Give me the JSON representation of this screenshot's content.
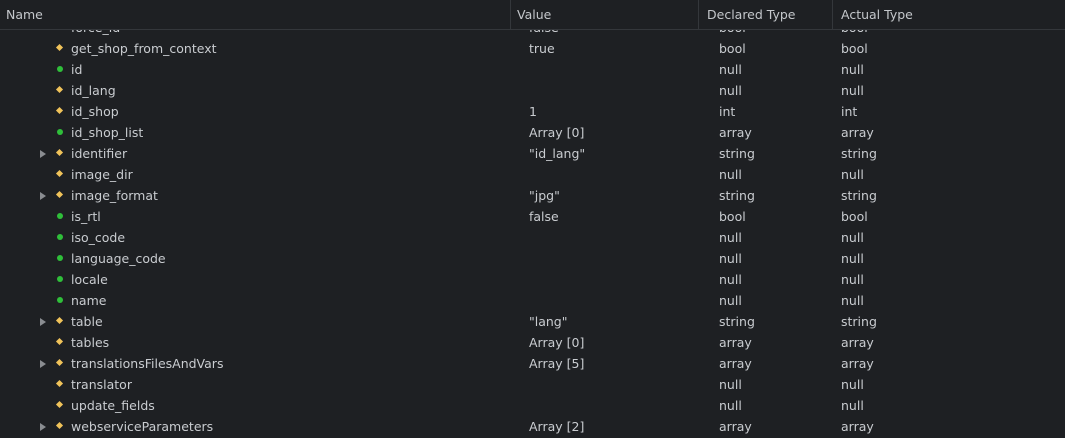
{
  "columns": [
    "Name",
    "Value",
    "Declared Type",
    "Actual Type"
  ],
  "colors": {
    "field_icon": "#f0c35a",
    "public_icon": "#2fbf3a",
    "background": "#1e2023"
  },
  "rows": [
    {
      "name": "force_id",
      "icon": "diamond",
      "expandable": false,
      "value": "false",
      "declared": "bool",
      "actual": "bool"
    },
    {
      "name": "get_shop_from_context",
      "icon": "diamond",
      "expandable": false,
      "value": "true",
      "declared": "bool",
      "actual": "bool"
    },
    {
      "name": "id",
      "icon": "dot",
      "expandable": false,
      "value": "",
      "declared": "null",
      "actual": "null"
    },
    {
      "name": "id_lang",
      "icon": "diamond",
      "expandable": false,
      "value": "",
      "declared": "null",
      "actual": "null"
    },
    {
      "name": "id_shop",
      "icon": "diamond",
      "expandable": false,
      "value": "1",
      "declared": "int",
      "actual": "int"
    },
    {
      "name": "id_shop_list",
      "icon": "dot",
      "expandable": false,
      "value": "Array [0]",
      "declared": "array",
      "actual": "array"
    },
    {
      "name": "identifier",
      "icon": "diamond",
      "expandable": true,
      "value": "\"id_lang\"",
      "declared": "string",
      "actual": "string"
    },
    {
      "name": "image_dir",
      "icon": "diamond",
      "expandable": false,
      "value": "",
      "declared": "null",
      "actual": "null"
    },
    {
      "name": "image_format",
      "icon": "diamond",
      "expandable": true,
      "value": "\"jpg\"",
      "declared": "string",
      "actual": "string"
    },
    {
      "name": "is_rtl",
      "icon": "dot",
      "expandable": false,
      "value": "false",
      "declared": "bool",
      "actual": "bool"
    },
    {
      "name": "iso_code",
      "icon": "dot",
      "expandable": false,
      "value": "",
      "declared": "null",
      "actual": "null"
    },
    {
      "name": "language_code",
      "icon": "dot",
      "expandable": false,
      "value": "",
      "declared": "null",
      "actual": "null"
    },
    {
      "name": "locale",
      "icon": "dot",
      "expandable": false,
      "value": "",
      "declared": "null",
      "actual": "null"
    },
    {
      "name": "name",
      "icon": "dot",
      "expandable": false,
      "value": "",
      "declared": "null",
      "actual": "null"
    },
    {
      "name": "table",
      "icon": "diamond",
      "expandable": true,
      "value": "\"lang\"",
      "declared": "string",
      "actual": "string"
    },
    {
      "name": "tables",
      "icon": "diamond",
      "expandable": false,
      "value": "Array [0]",
      "declared": "array",
      "actual": "array"
    },
    {
      "name": "translationsFilesAndVars",
      "icon": "diamond",
      "expandable": true,
      "value": "Array [5]",
      "declared": "array",
      "actual": "array"
    },
    {
      "name": "translator",
      "icon": "diamond",
      "expandable": false,
      "value": "",
      "declared": "null",
      "actual": "null"
    },
    {
      "name": "update_fields",
      "icon": "diamond",
      "expandable": false,
      "value": "",
      "declared": "null",
      "actual": "null"
    },
    {
      "name": "webserviceParameters",
      "icon": "diamond",
      "expandable": true,
      "value": "Array [2]",
      "declared": "array",
      "actual": "array"
    }
  ]
}
